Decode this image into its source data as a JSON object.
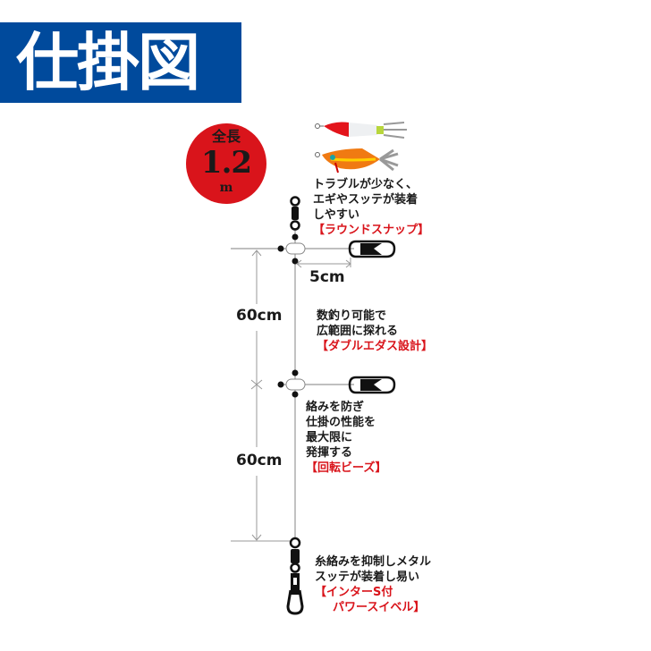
{
  "header": {
    "title": "仕掛図",
    "color": "#004a9c"
  },
  "badge": {
    "label": "全長",
    "value": "1.2",
    "unit": "m",
    "color": "#d9141b"
  },
  "lures": [
    "red-white-lure-icon",
    "orange-squid-jig-icon"
  ],
  "notes": [
    {
      "lines": [
        "トラブルが少なく、",
        "エギやスッテが装着",
        "しやすい"
      ],
      "product": "【ラウンドスナップ】"
    },
    {
      "lines": [
        "数釣り可能で",
        "広範囲に探れる"
      ],
      "product": "【ダブルエダス設計】"
    },
    {
      "lines": [
        "絡みを防ぎ",
        "仕掛の性能を",
        "最大限に",
        "発揮する"
      ],
      "product": "【回転ビーズ】"
    },
    {
      "lines": [
        "糸絡みを抑制しメタル",
        "スッテが装着し易い"
      ],
      "product": "【インターS付",
      "product2": "パワースイベル】"
    }
  ],
  "dimensions": {
    "branch_length": "5cm",
    "segment1": "60cm",
    "segment2": "60cm"
  }
}
